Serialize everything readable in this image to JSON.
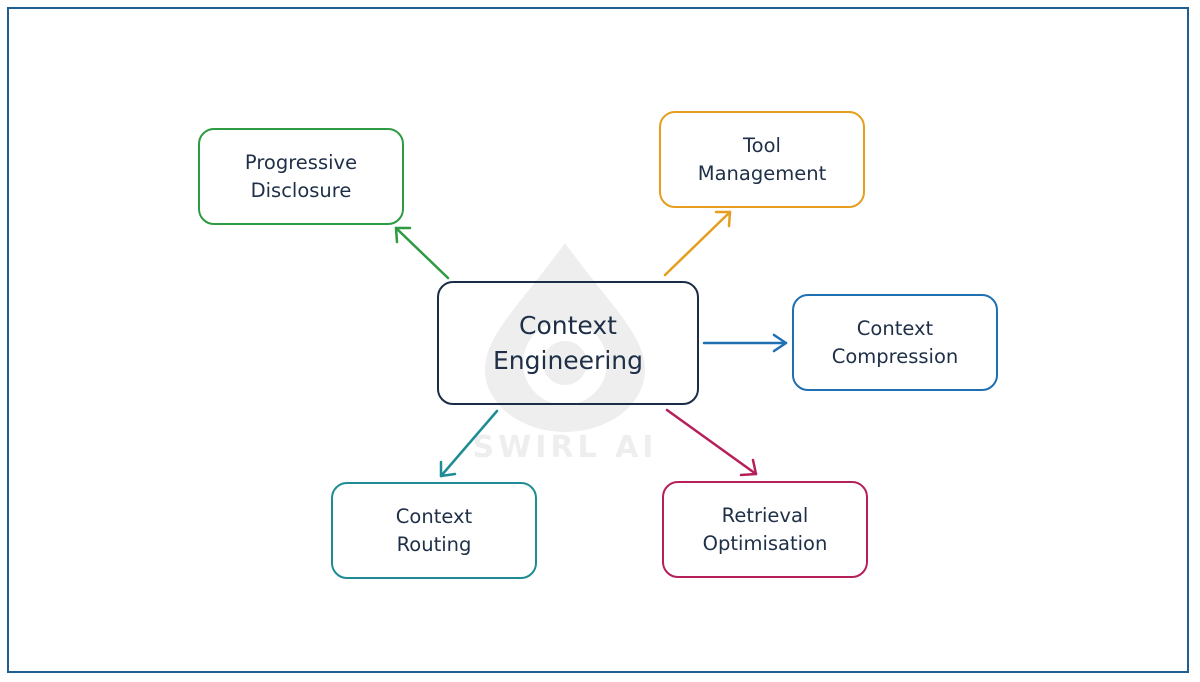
{
  "watermark": {
    "text": "SWIRL AI"
  },
  "center": {
    "line1": "Context",
    "line2": "Engineering"
  },
  "nodes": {
    "progressive": {
      "line1": "Progressive",
      "line2": "Disclosure",
      "color": "#2e9a41"
    },
    "tool": {
      "line1": "Tool",
      "line2": "Management",
      "color": "#e59e1f"
    },
    "compression": {
      "line1": "Context",
      "line2": "Compression",
      "color": "#1f6fb3"
    },
    "routing": {
      "line1": "Context",
      "line2": "Routing",
      "color": "#1f8c94"
    },
    "retrieval": {
      "line1": "Retrieval",
      "line2": "Optimisation",
      "color": "#b51f5a"
    }
  },
  "colors": {
    "frame": "#1f5f94",
    "center_border": "#1b2d46",
    "text": "#1e2f47"
  }
}
